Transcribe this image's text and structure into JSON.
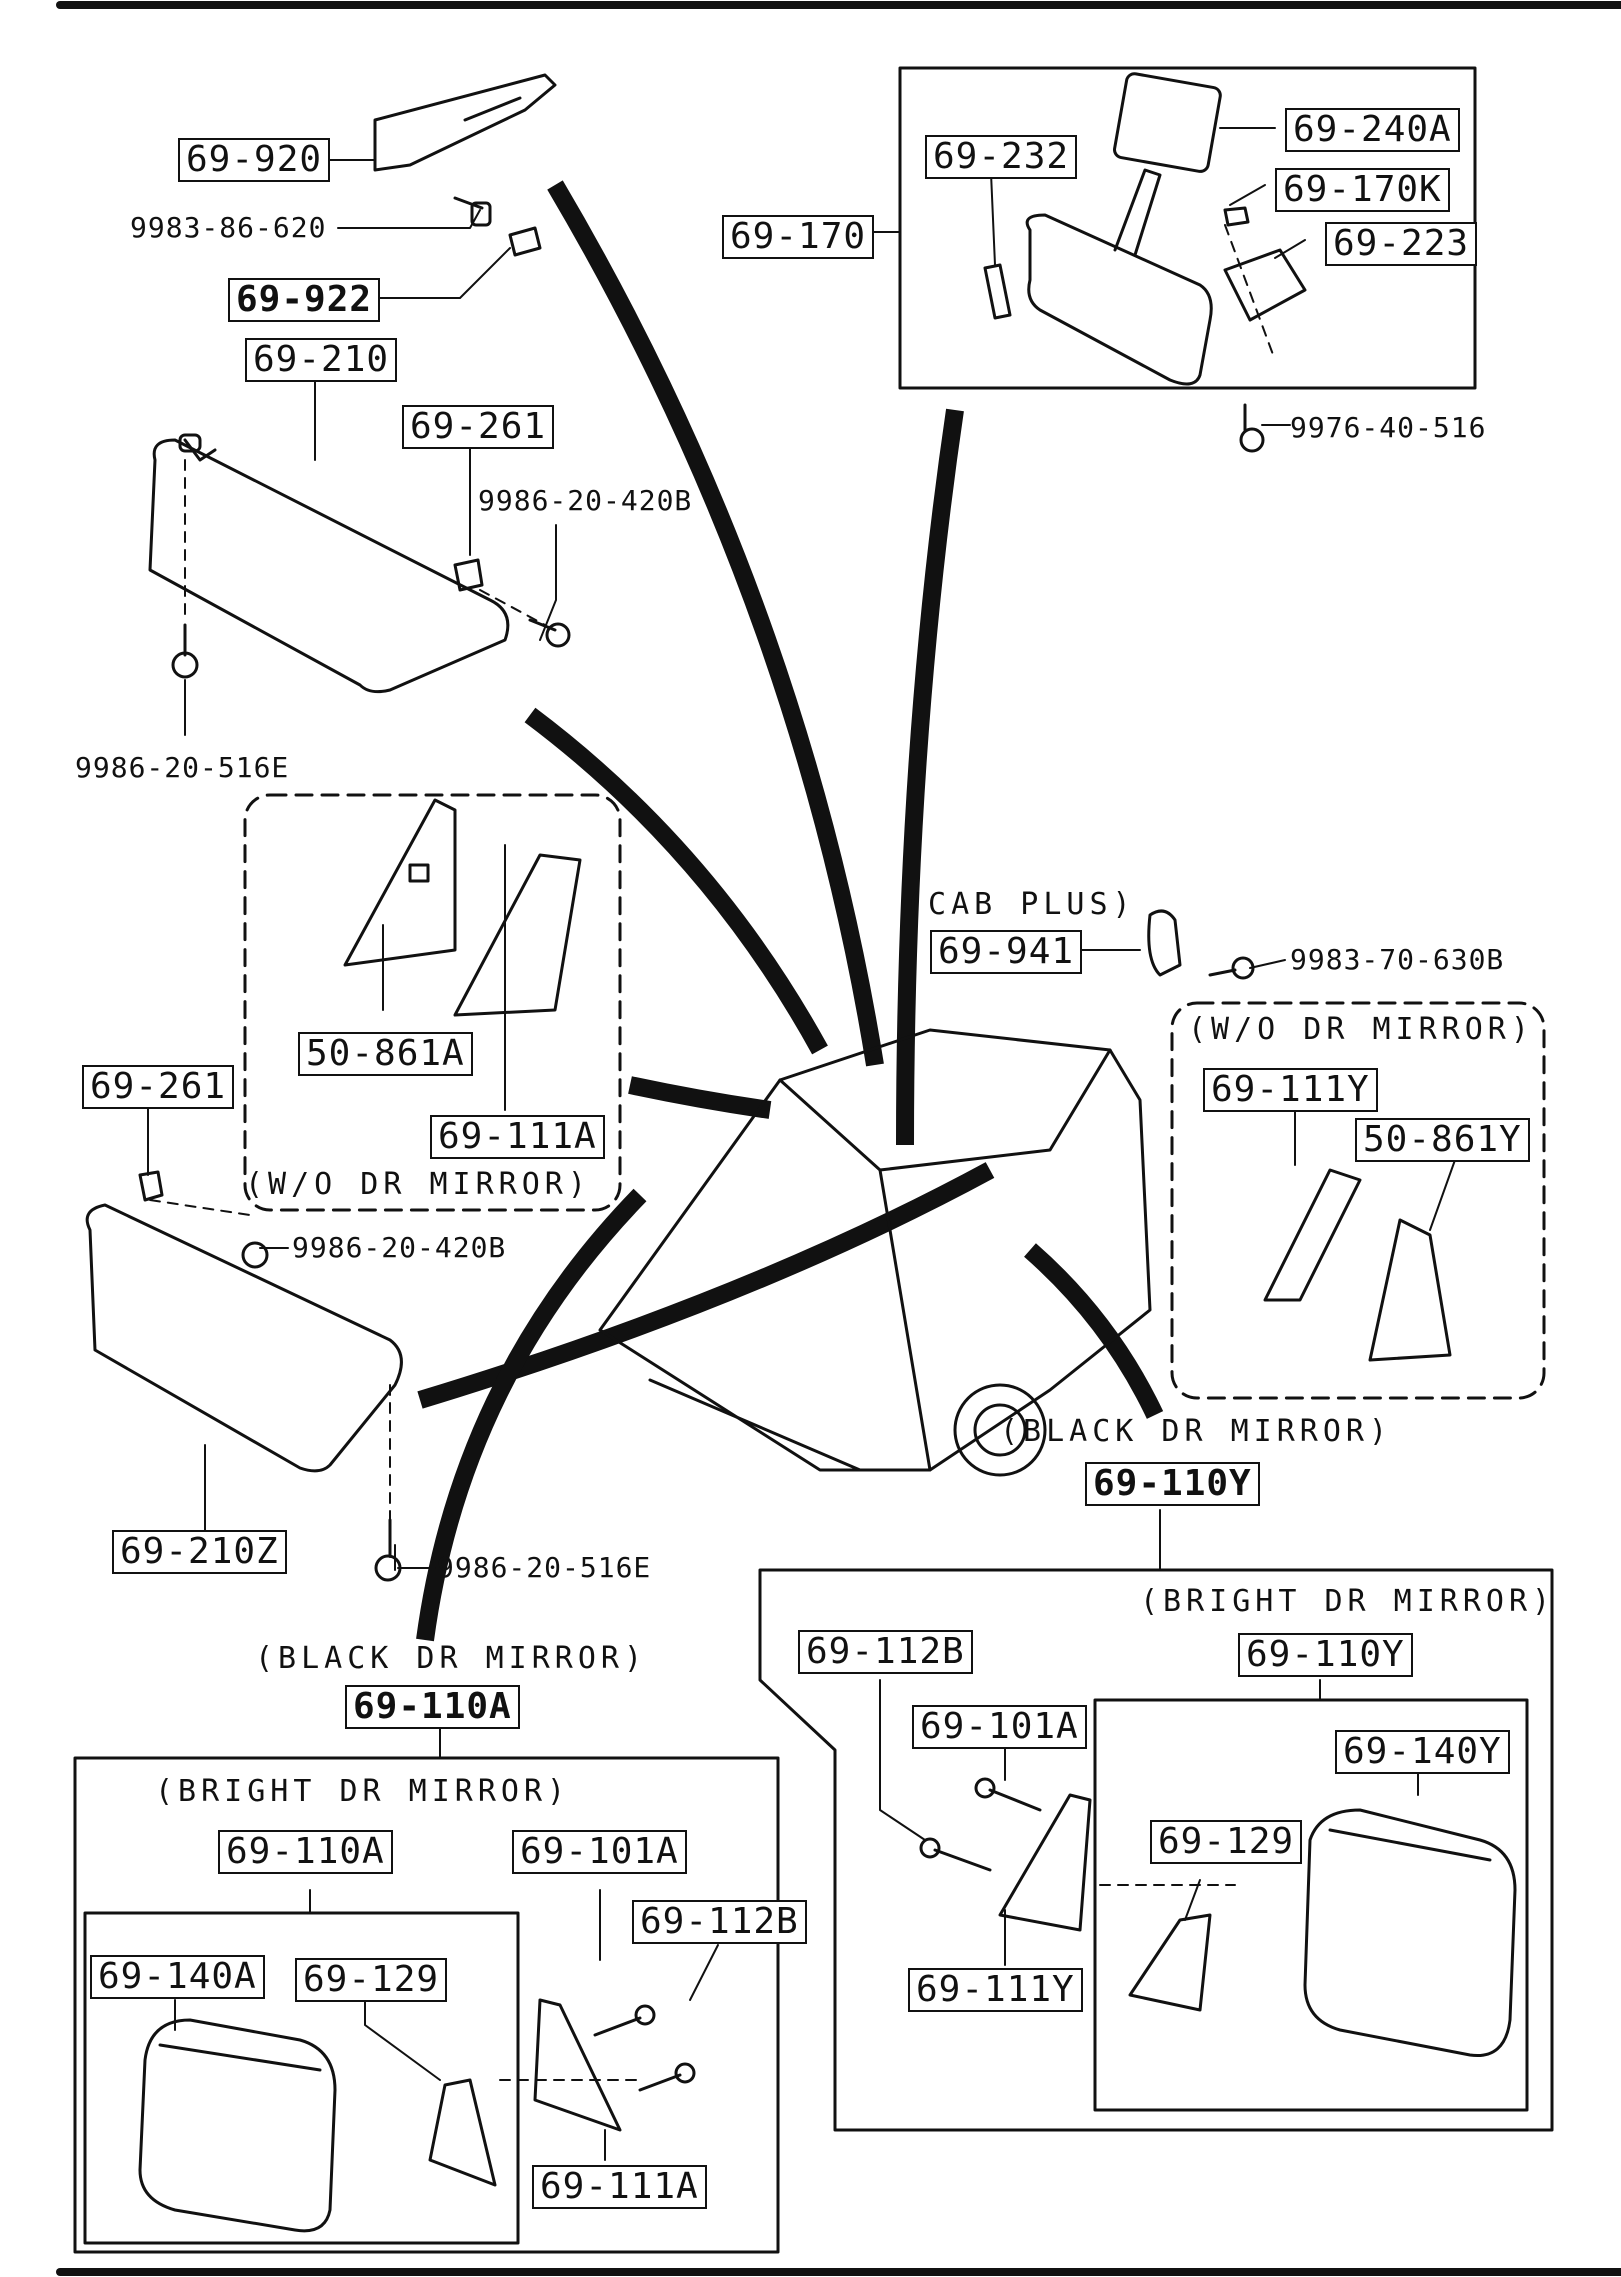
{
  "diagram": {
    "labels": {
      "p69_920": "69-920",
      "p9983_86_620": "9983-86-620",
      "p69_922": "69-922",
      "p69_210": "69-210",
      "p69_261_top": "69-261",
      "p9986_20_420b_top": "9986-20-420B",
      "p9986_20_516e_top": "9986-20-516E",
      "p69_232": "69-232",
      "p69_240a": "69-240A",
      "p69_170k": "69-170K",
      "p69_170": "69-170",
      "p69_223": "69-223",
      "p9976_40_516": "9976-40-516",
      "p50_861a": "50-861A",
      "p69_111a_top": "69-111A",
      "wo_dr_mirror_left": "(W/O DR MIRROR)",
      "cab_plus": "(CAB PLUS)",
      "p69_941": "69-941",
      "p9983_70_630b": "9983-70-630B",
      "wo_dr_mirror_right": "(W/O DR MIRROR)",
      "p69_111y_top": "69-111Y",
      "p50_861y": "50-861Y",
      "p69_261_left": "69-261",
      "p9986_20_420b_left": "9986-20-420B",
      "p69_210z": "69-210Z",
      "p9986_20_516e_left": "9986-20-516E",
      "black_dr_mirror_right": "(BLACK DR MIRROR)",
      "p69_110y_top": "69-110Y",
      "bright_dr_mirror_right": "(BRIGHT DR MIRROR)",
      "p69_110y_inner": "69-110Y",
      "p69_112b_right": "69-112B",
      "p69_101a_right": "69-101A",
      "p69_140y": "69-140Y",
      "p69_129_right": "69-129",
      "p69_111y_bottom": "69-111Y",
      "black_dr_mirror_left": "(BLACK DR MIRROR)",
      "p69_110a_top": "69-110A",
      "bright_dr_mirror_left": "(BRIGHT DR MIRROR)",
      "p69_110a_inner": "69-110A",
      "p69_101a_left": "69-101A",
      "p69_112b_left": "69-112B",
      "p69_140a": "69-140A",
      "p69_129_left": "69-129",
      "p69_111a_bottom": "69-111A"
    }
  }
}
